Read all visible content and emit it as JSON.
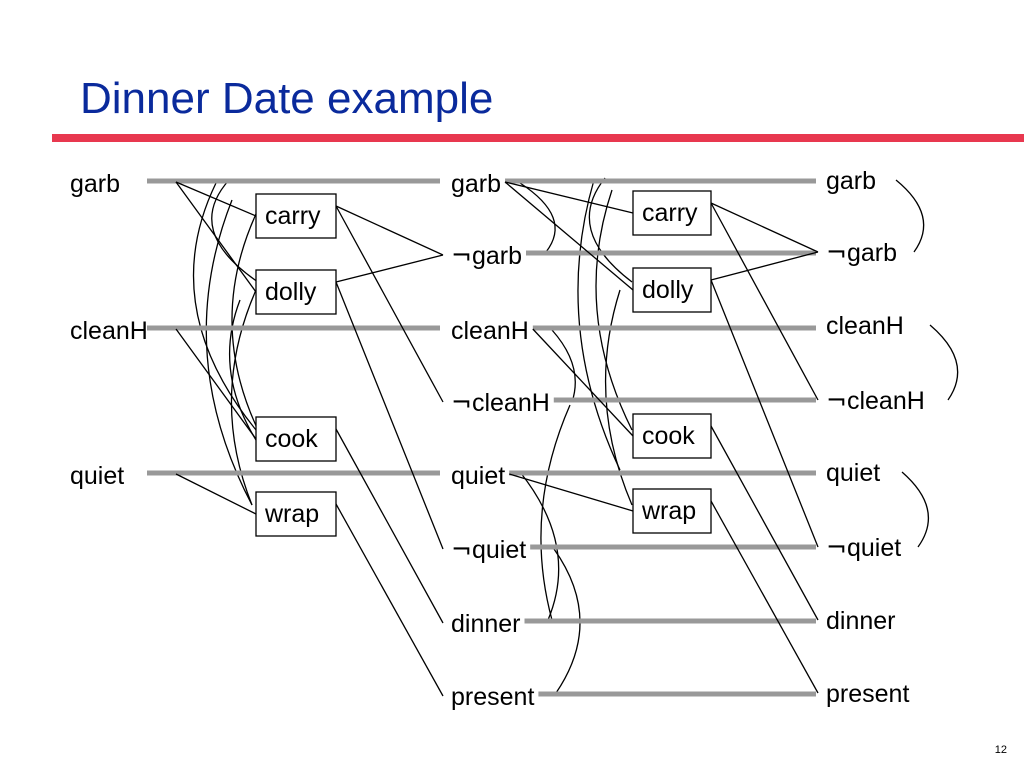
{
  "title": "Dinner Date example",
  "accent_color": "#e8384f",
  "title_color": "#0a2a9c",
  "proposition_line_color": "#999999",
  "page_number": "12",
  "levels": [
    {
      "propositions": [
        "garb",
        "cleanH",
        "quiet"
      ]
    },
    {
      "actions": [
        "carry",
        "dolly",
        "cook",
        "wrap"
      ],
      "propositions": [
        "garb",
        "¬garb",
        "cleanH",
        "¬cleanH",
        "quiet",
        "¬quiet",
        "dinner",
        "present"
      ]
    },
    {
      "actions": [
        "carry",
        "dolly",
        "cook",
        "wrap"
      ],
      "propositions": [
        "garb",
        "¬garb",
        "cleanH",
        "¬cleanH",
        "quiet",
        "¬quiet",
        "dinner",
        "present"
      ]
    }
  ]
}
